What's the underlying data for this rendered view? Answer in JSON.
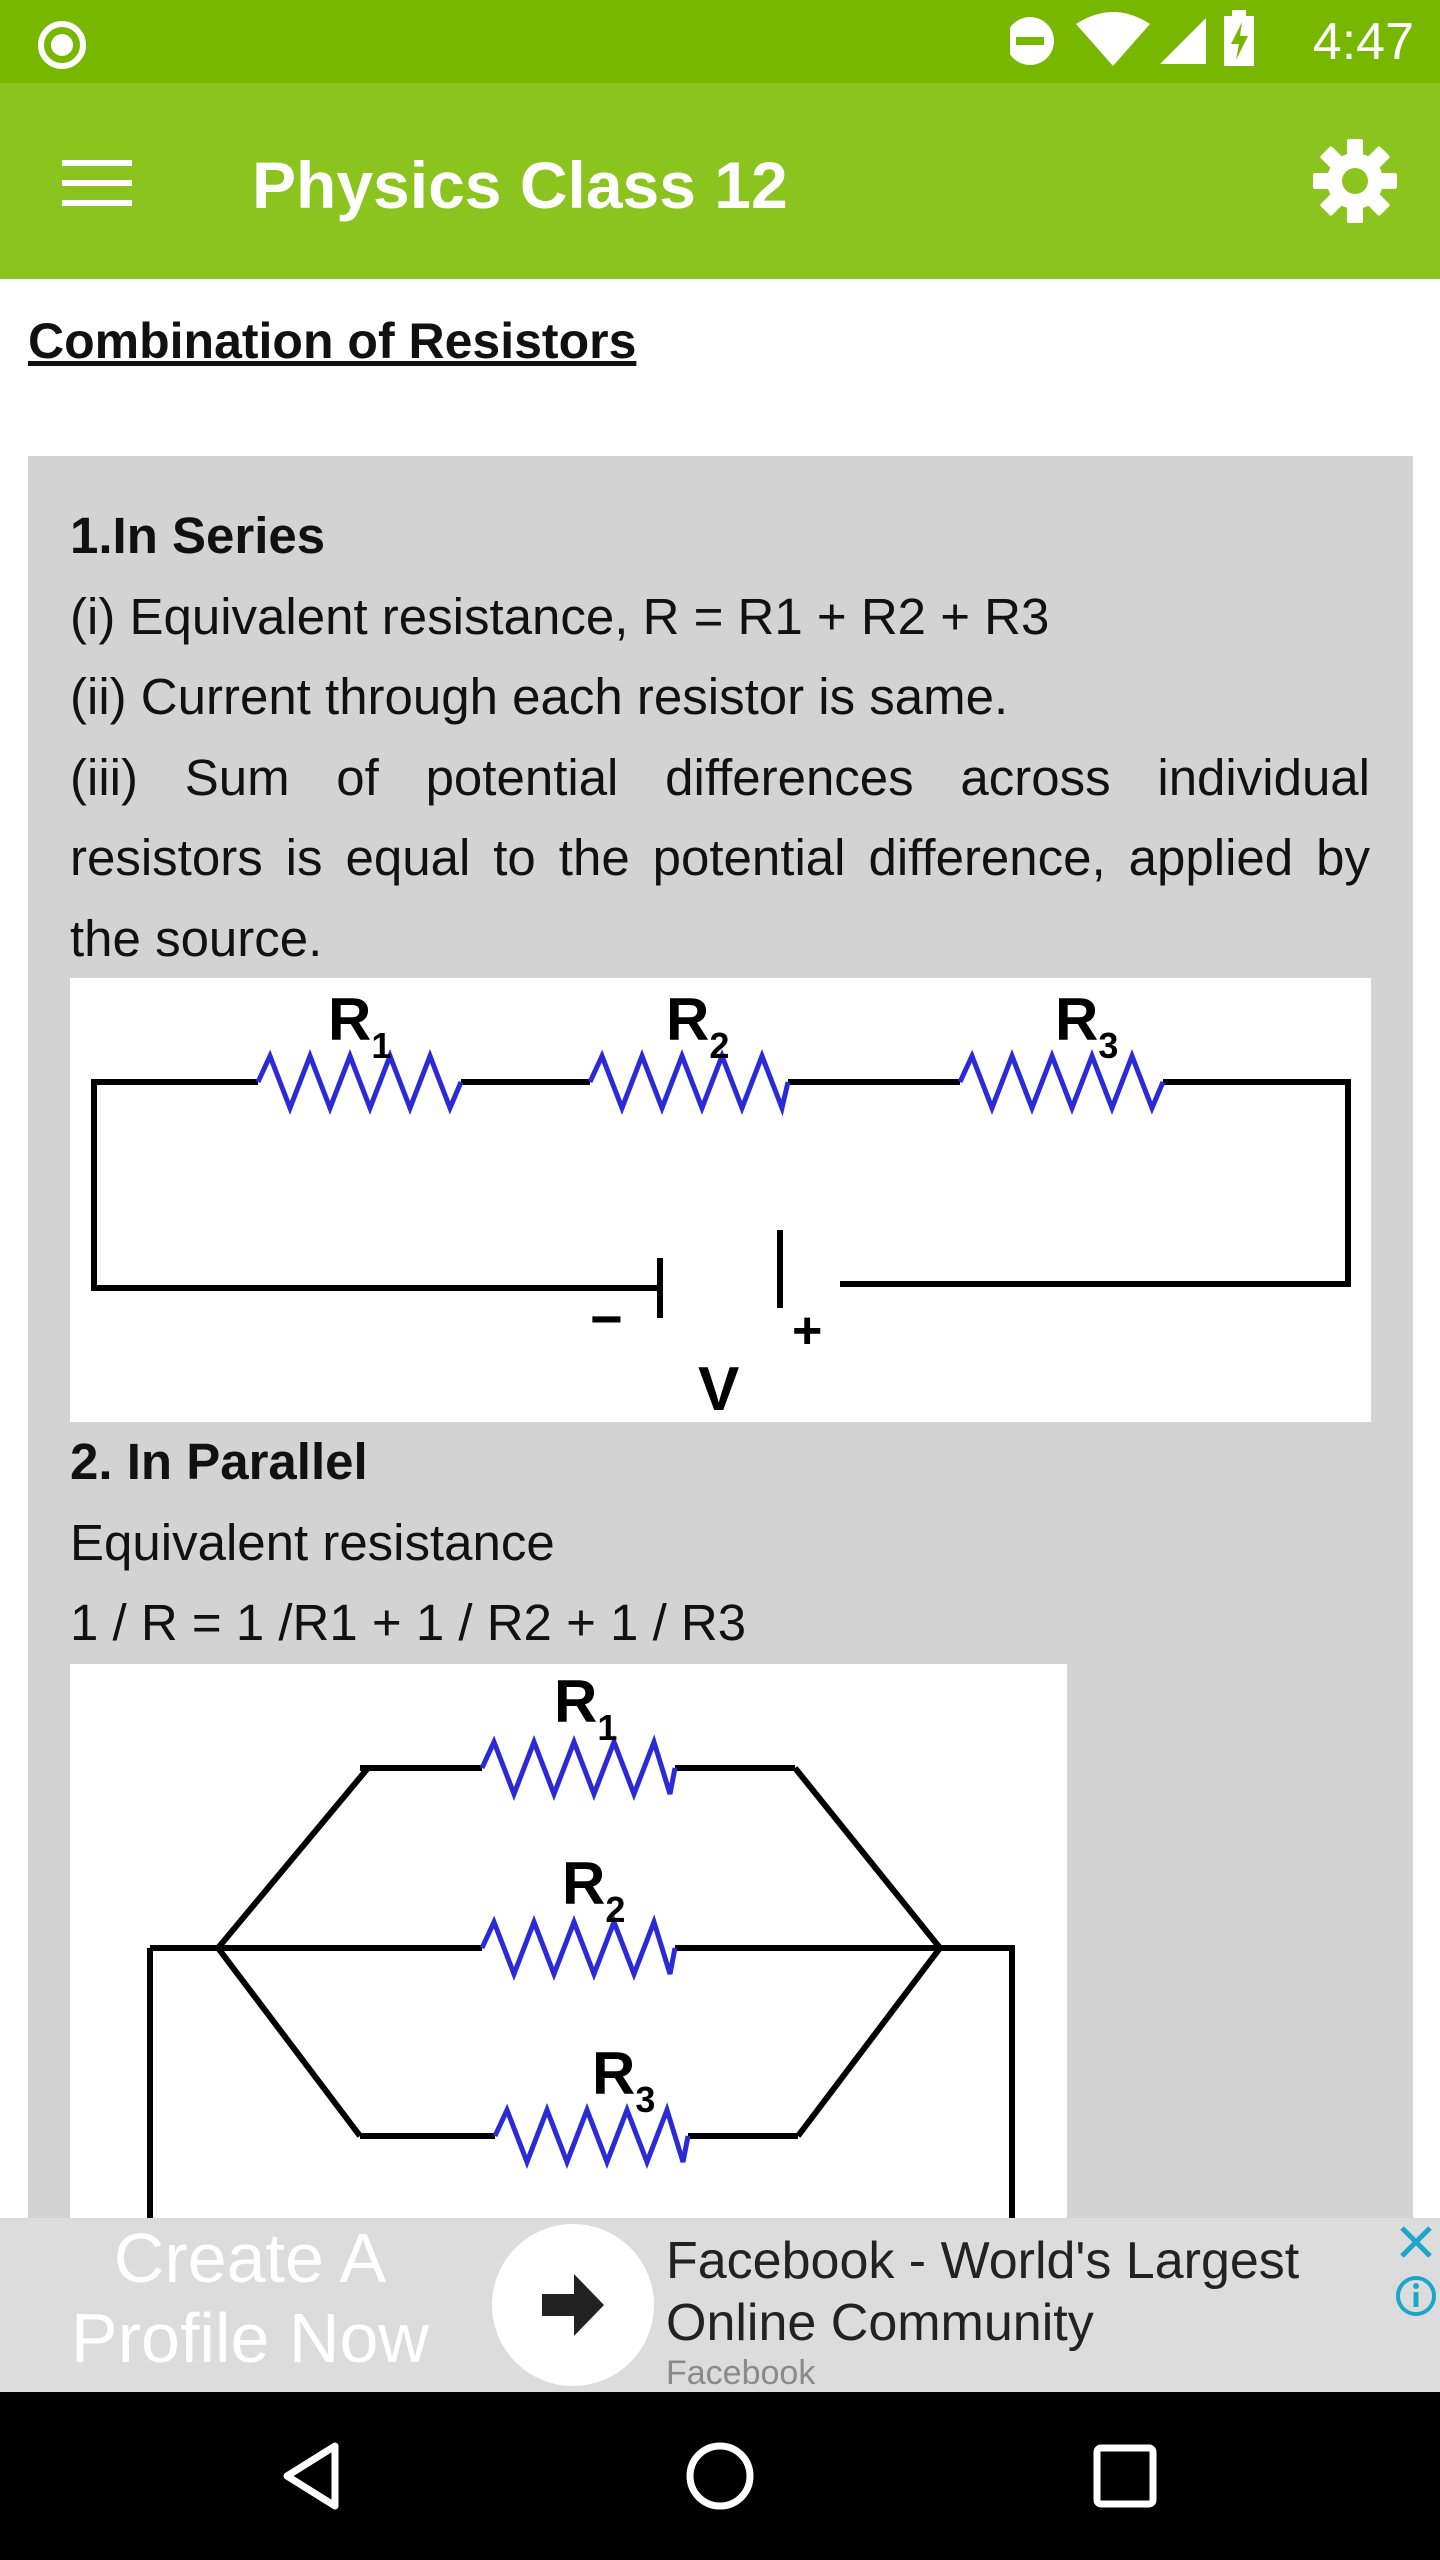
{
  "status_bar": {
    "time": "4:47",
    "icons": [
      "status-ring-icon",
      "do-not-disturb-icon",
      "wifi-icon",
      "signal-icon",
      "battery-charging-icon"
    ]
  },
  "app_bar": {
    "title": "Physics Class 12",
    "menu_icon": "hamburger-menu-icon",
    "settings_icon": "gear-icon"
  },
  "colors": {
    "status_bar": "#78b700",
    "app_bar": "#8cc41f",
    "content_box": "#d3d3d3",
    "resistor": "#2a2ad6"
  },
  "page": {
    "heading": "Combination of Resistors"
  },
  "series": {
    "title": "1.In Series",
    "line1": "(i) Equivalent resistance, R = R1 + R2 + R3",
    "line2": "(ii) Current through each resistor is same.",
    "line3": "(iii) Sum of potential differences across individual resistors is equal to the potential difference, applied by the source."
  },
  "series_diagram": {
    "labels": [
      {
        "main": "R",
        "sub": "1"
      },
      {
        "main": "R",
        "sub": "2"
      },
      {
        "main": "R",
        "sub": "3"
      }
    ],
    "battery_minus": "−",
    "battery_plus": "+",
    "battery_label": "V"
  },
  "parallel": {
    "title": "2. In Parallel",
    "line1": "Equivalent resistance",
    "line2": "1 / R = 1 /R1 + 1 / R2 + 1 / R3"
  },
  "parallel_diagram": {
    "labels": [
      {
        "main": "R",
        "sub": "1"
      },
      {
        "main": "R",
        "sub": "2"
      },
      {
        "main": "R",
        "sub": "3"
      }
    ]
  },
  "ad": {
    "cta": "Create A Profile Now",
    "title": "Facebook - World's Largest Online Community",
    "source": "Facebook",
    "arrow_icon": "arrow-right-icon",
    "close_icon": "close-icon",
    "info_icon": "info-icon"
  },
  "nav_bar": {
    "icons": [
      "back-icon",
      "home-icon",
      "recents-icon"
    ]
  }
}
